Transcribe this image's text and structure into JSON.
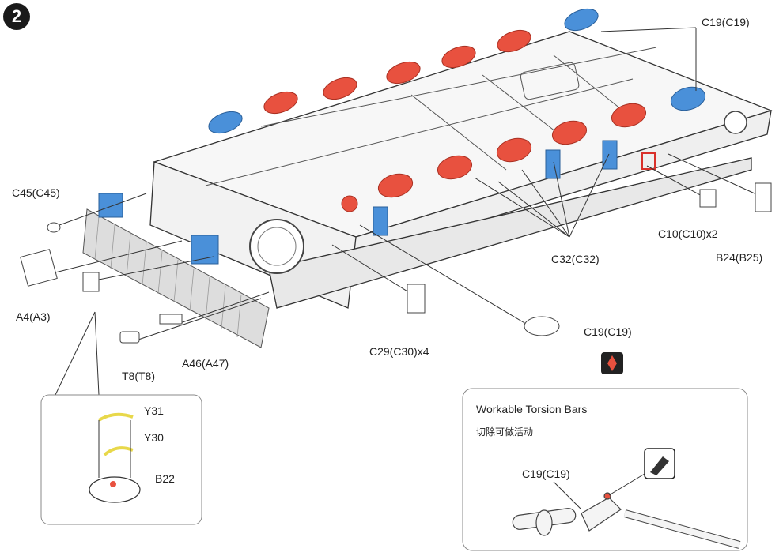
{
  "step": {
    "number": "2"
  },
  "labels": {
    "c19_top": "C19(C19)",
    "c45": "C45(C45)",
    "a4": "A4(A3)",
    "t8": "T8(T8)",
    "a46": "A46(A47)",
    "c29": "C29(C30)x4",
    "c32": "C32(C32)",
    "c10": "C10(C10)x2",
    "b24": "B24(B25)",
    "c19_bar": "C19(C19)"
  },
  "detail_panel": {
    "y31": "Y31",
    "y30": "Y30",
    "b22": "B22"
  },
  "torsion_panel": {
    "title": "Workable Torsion Bars",
    "subtitle": "切除可做活动",
    "part_label": "C19(C19)",
    "icon": "knife-cut-icon"
  },
  "colors": {
    "red_part": "#e8513f",
    "blue_part": "#4a90d9",
    "yellow_part": "#e8d84a",
    "line": "#333333"
  }
}
